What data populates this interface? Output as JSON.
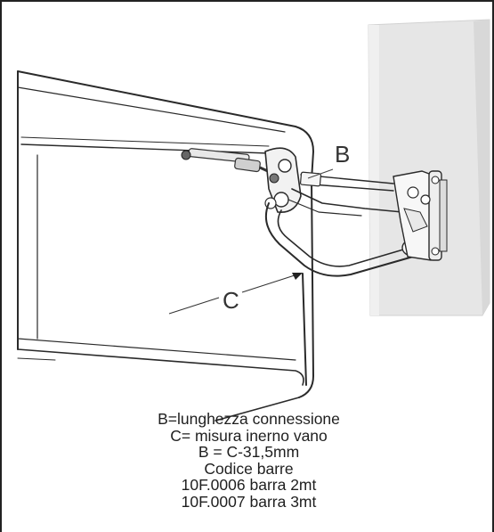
{
  "labels": {
    "b": "B",
    "c": "C"
  },
  "notes": [
    "B=lunghezza connessione",
    "C= misura inerno vano",
    "B = C-31,5mm",
    "Codice barre",
    "10F.0006 barra 2mt",
    "10F.0007 barra 3mt"
  ]
}
